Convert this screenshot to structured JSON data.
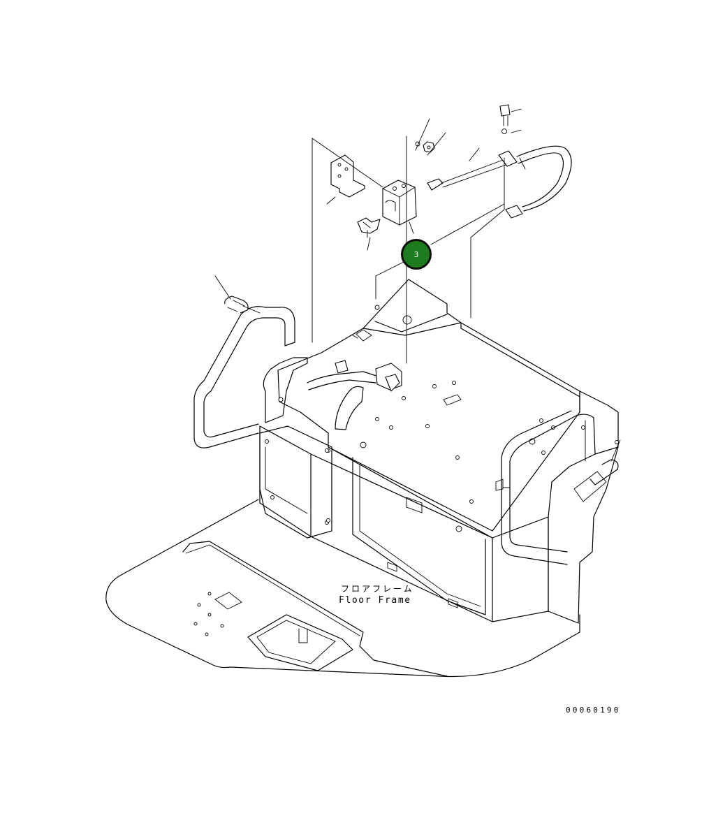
{
  "diagram": {
    "callout": {
      "number": "3",
      "fill_color": "#1e7b1e",
      "border_color": "#0d0d0d"
    },
    "floor_label_jp": "フロアフレーム",
    "floor_label_en": "Floor Frame",
    "drawing_number": "00060190",
    "line_color": "#000000",
    "background_color": "#ffffff"
  }
}
